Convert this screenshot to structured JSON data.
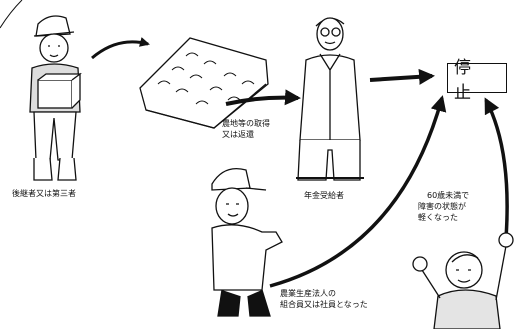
{
  "labels": {
    "successor": "後継者又は第三者",
    "transfer_line1": "農地等の取得",
    "transfer_line2": "又は返還",
    "pensioner": "年金受給者",
    "stop": "停 止",
    "disability_line1": "60歳未満で",
    "disability_line2": "障害の状態が",
    "disability_line3": "軽くなった",
    "corporate_line1": "農業生産法人の",
    "corporate_line2": "組合員又は社員となった"
  },
  "colors": {
    "ink": "#111111",
    "paper": "#ffffff"
  }
}
